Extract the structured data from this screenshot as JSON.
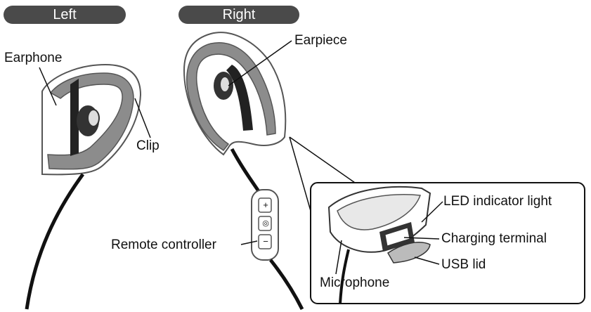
{
  "headers": {
    "left": "Left",
    "right": "Right"
  },
  "labels": {
    "earphone": "Earphone",
    "clip": "Clip",
    "earpiece": "Earpiece",
    "remote_controller": "Remote controller",
    "led_indicator": "LED indicator light",
    "charging_terminal": "Charging terminal",
    "usb_lid": "USB lid",
    "microphone": "Microphone"
  },
  "remote_buttons": {
    "plus": "+",
    "center": "◎",
    "minus": "−"
  },
  "colors": {
    "pill": "#4a4a4a",
    "clip_gray": "#8c8c8c",
    "dark": "#222222",
    "outline": "#555555"
  }
}
